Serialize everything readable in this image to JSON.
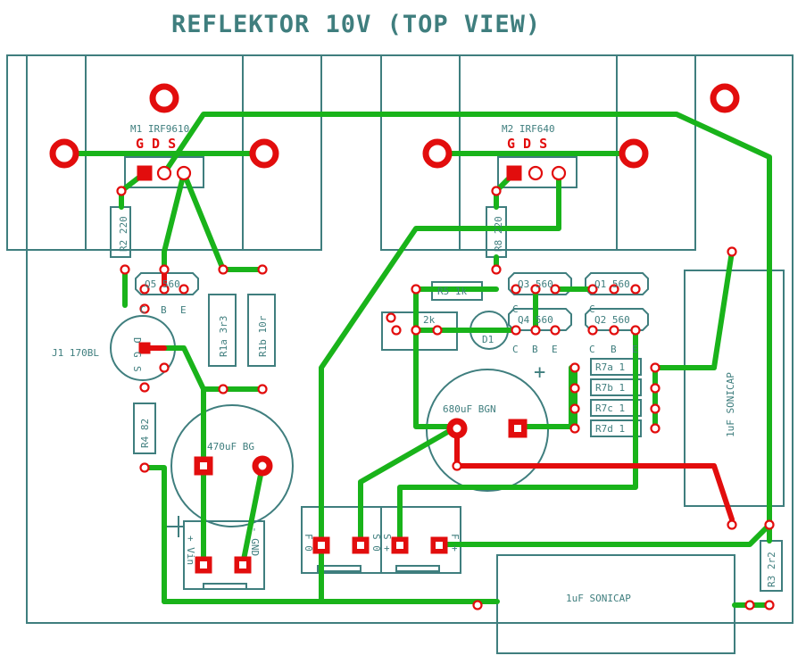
{
  "title": "REFLEKTOR 10V (TOP VIEW)",
  "mosfets": [
    {
      "name": "M1 IRF9610",
      "pins": "G D S"
    },
    {
      "name": "M2 IRF640",
      "pins": "G D S"
    }
  ],
  "transistors": {
    "q5": "Q5 560",
    "q3": "Q3 560",
    "q1": "Q1 560",
    "q4": "Q4 560",
    "q2": "Q2 560"
  },
  "pin_letters": {
    "c": "C",
    "b": "B",
    "e": "E",
    "d": "D",
    "g": "G",
    "s": "S"
  },
  "resistors": {
    "r2": "R2 220",
    "r8": "R8 220",
    "r1a": "R1a 3r3",
    "r1b": "R1b 10r",
    "r4": "R4 82",
    "r5": "R5 1k",
    "r6": "2k",
    "r7a": "R7a 1",
    "r7b": "R7b 1",
    "r7c": "R7c 1",
    "r7d": "R7d 1",
    "r3": "R3 2r2"
  },
  "jfet": "J1 170BL",
  "diode": "D1",
  "capacitors": {
    "c1": "470uF BG",
    "c2": "680uF BGN",
    "c3": "1uF SONICAP",
    "c4": "1uF SONICAP"
  },
  "plus_sign": "+",
  "connectors": {
    "power": {
      "vin": "+ Vin",
      "gnd": "- GND",
      "minus": "-"
    },
    "signal": {
      "f0": "F 0",
      "s0": "S 0",
      "splus": "S +",
      "fplus": "F +"
    }
  },
  "colors": {
    "trace": "#19b31a",
    "pad": "#e20d0d",
    "silk": "#3f7e7e"
  }
}
